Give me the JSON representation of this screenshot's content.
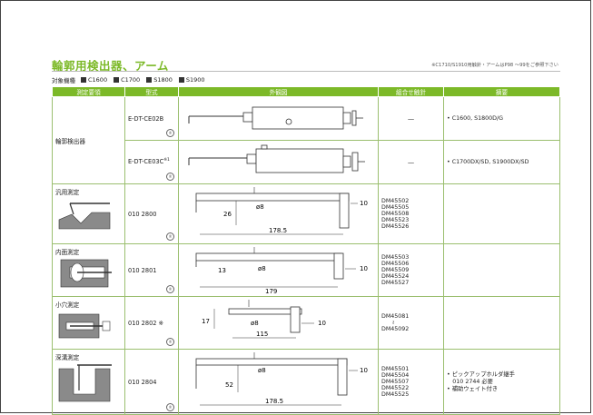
{
  "page": {
    "title": "輪郭用検出器、アーム",
    "note": "※C1710/S1910用触針・アームはP98 〜99をご参照下さい"
  },
  "models": {
    "label": "対象機種",
    "items": [
      "C1600",
      "C1700",
      "S1800",
      "S1900"
    ]
  },
  "table": {
    "headers": [
      "測定要領",
      "型式",
      "外観図",
      "組合せ触針",
      "摘要"
    ],
    "rows": [
      {
        "category": "輪郭検出器",
        "model": "E-DT-CE02B",
        "probes": "―",
        "summary": [
          "• C1600, S1800D/G"
        ]
      },
      {
        "category": "",
        "model": "E-DT-CE03C",
        "sup": "※1",
        "probes": "―",
        "summary": [
          "• C1700DX/SD, S1900DX/SD"
        ]
      },
      {
        "category": "汎用測定",
        "model": "010 2800",
        "probes": [
          "DM45502",
          "DM45505",
          "DM45508",
          "DM45523",
          "DM45526"
        ],
        "summary": [],
        "dims": {
          "a": "26",
          "b": "ø8",
          "c": "10",
          "d": "178.5"
        }
      },
      {
        "category": "内面測定",
        "model": "010 2801",
        "probes": [
          "DM45503",
          "DM45506",
          "DM45509",
          "DM45524",
          "DM45527"
        ],
        "summary": [],
        "dims": {
          "a": "13",
          "b": "ø8",
          "c": "10",
          "d": "179"
        }
      },
      {
        "category": "小穴測定",
        "model": "010 2802 ※",
        "probes": [
          "DM45081",
          "≀",
          "DM45092"
        ],
        "summary": [],
        "dims": {
          "a": "17",
          "b": "ø8",
          "c": "10",
          "d": "115"
        }
      },
      {
        "category": "深溝測定",
        "model": "010 2804",
        "probes": [
          "DM45501",
          "DM45504",
          "DM45507",
          "DM45522",
          "DM45525"
        ],
        "summary": [
          "• ピックアップホルダ継手",
          "　010 2744 必要",
          "• 補助ウェイト付き"
        ],
        "dims": {
          "a": "52",
          "b": "ø8",
          "c": "10",
          "d": "178.5"
        }
      }
    ]
  },
  "colors": {
    "accent": "#7cb928",
    "border": "#9bbf6f"
  }
}
